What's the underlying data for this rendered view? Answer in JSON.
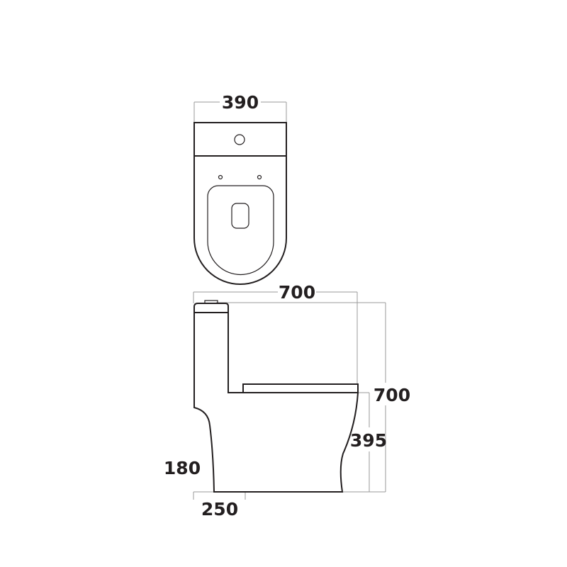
{
  "drawing": {
    "top_view": {
      "width_label": "390"
    },
    "side_view": {
      "depth_label": "700",
      "height_label": "700",
      "seat_height_label": "395",
      "outlet_height_label": "180",
      "outlet_offset_label": "250"
    },
    "colors": {
      "line": "#231f20",
      "dimension_line": "#9a9a9a",
      "background": "#ffffff"
    }
  }
}
